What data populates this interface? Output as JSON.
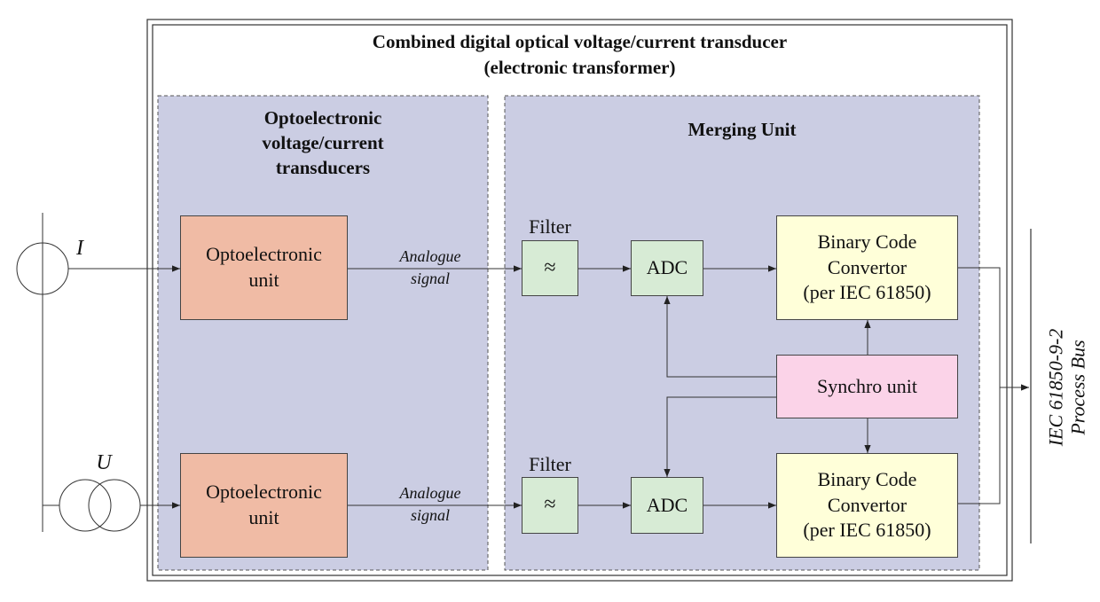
{
  "title": {
    "line1": "Combined digital optical voltage/current transducer",
    "line2": "(electronic transformer)"
  },
  "left_panel": {
    "title_line1": "Optoelectronic",
    "title_line2": "voltage/current",
    "title_line3": "transducers"
  },
  "right_panel": {
    "title": "Merging Unit"
  },
  "inputs": {
    "current_label": "I",
    "voltage_label": "U"
  },
  "opto_units": [
    {
      "line1": "Optoelectronic",
      "line2": "unit"
    },
    {
      "line1": "Optoelectronic",
      "line2": "unit"
    }
  ],
  "signals": [
    {
      "line1": "Analogue",
      "line2": "signal"
    },
    {
      "line1": "Analogue",
      "line2": "signal"
    }
  ],
  "filters": [
    {
      "label": "Filter",
      "symbol": "≈"
    },
    {
      "label": "Filter",
      "symbol": "≈"
    }
  ],
  "adcs": [
    {
      "label": "ADC"
    },
    {
      "label": "ADC"
    }
  ],
  "converters": [
    {
      "line1": "Binary Code",
      "line2": "Convertor",
      "line3": "(per IEC 61850)"
    },
    {
      "line1": "Binary Code",
      "line2": "Convertor",
      "line3": "(per IEC 61850)"
    }
  ],
  "synchro": {
    "label": "Synchro unit"
  },
  "process_bus": {
    "line1": "IEC 61850-9-2",
    "line2": "Process Bus"
  },
  "colors": {
    "panel_fill": "#cbcde3",
    "opto_fill": "#f0bba5",
    "filter_fill": "#d7ebd5",
    "adc_fill": "#d7ebd5",
    "converter_fill": "#ffffd9",
    "synchro_fill": "#fbd3e8"
  }
}
